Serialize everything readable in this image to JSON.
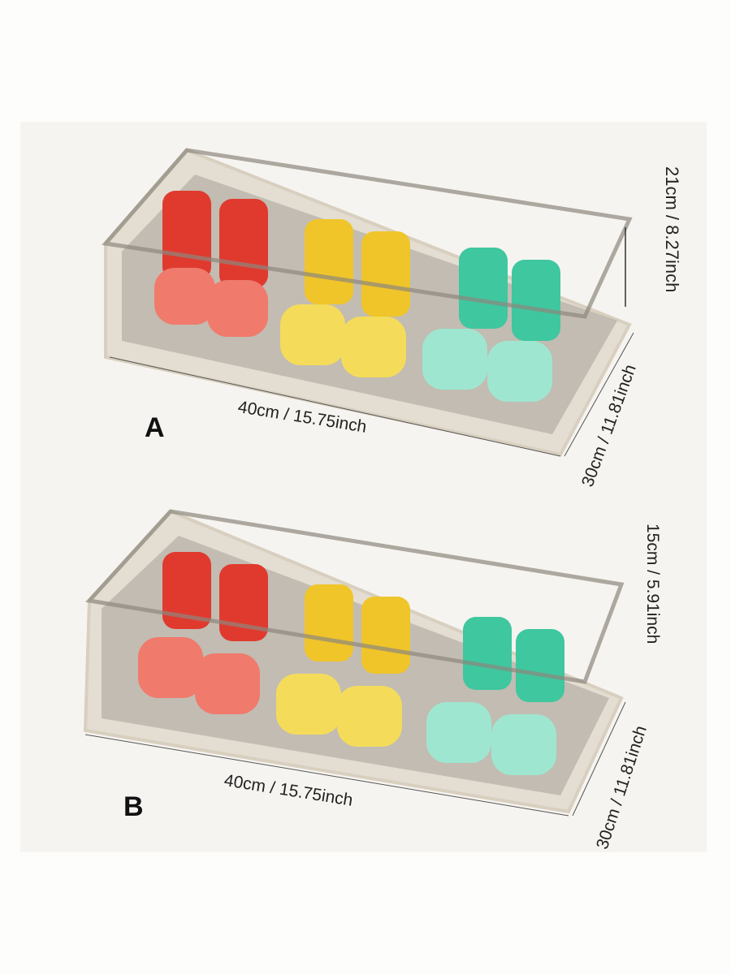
{
  "variants": [
    {
      "label": "A",
      "length": "40cm / 15.75inch",
      "width": "30cm / 11.81inch",
      "height": "21cm / 8.27inch"
    },
    {
      "label": "B",
      "length": "40cm / 15.75inch",
      "width": "30cm / 11.81inch",
      "height": "15cm / 5.91inch"
    }
  ],
  "colors": {
    "frame": "#e9e2d4",
    "mesh": "#9b948a",
    "shoe_red": "#e03a2f",
    "shoe_yellow": "#f0c52a",
    "shoe_green": "#5fd3b0"
  }
}
